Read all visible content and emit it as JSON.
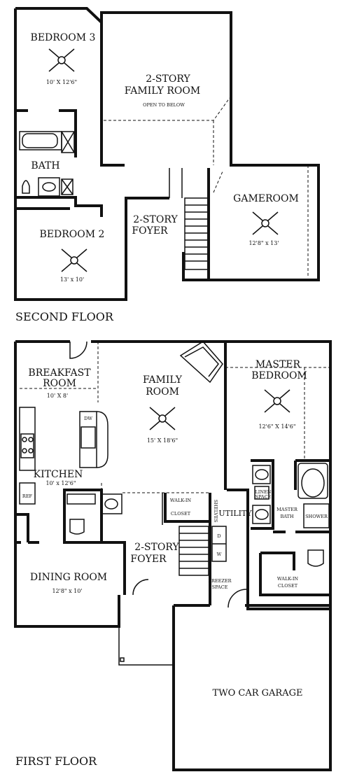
{
  "second_floor": {
    "heading": "SECOND FLOOR",
    "bedroom3": {
      "name": "BEDROOM 3",
      "dim": "10' X 12'6\""
    },
    "family_room": {
      "line1": "2-STORY",
      "line2": "FAMILY ROOM",
      "note": "OPEN TO BELOW"
    },
    "bath": {
      "name": "BATH"
    },
    "gameroom": {
      "name": "GAMEROOM",
      "dim": "12'8\" x 13'"
    },
    "foyer": {
      "line1": "2-STORY",
      "line2": "FOYER"
    },
    "bedroom2": {
      "name": "BEDROOM 2",
      "dim": "13' x 10'"
    }
  },
  "first_floor": {
    "heading": "FIRST FLOOR",
    "breakfast": {
      "line1": "BREAKFAST",
      "line2": "ROOM",
      "dim": "10' X 8'"
    },
    "family_room": {
      "line1": "FAMILY",
      "line2": "ROOM",
      "dim": "15' X 18'6\""
    },
    "master_bedroom": {
      "line1": "MASTER",
      "line2": "BEDROOM",
      "dim": "12'6\" X 14'6\""
    },
    "dw": "DW",
    "kitchen": {
      "name": "KITCHEN",
      "dim": "10' x 12'6\""
    },
    "refrigerator": "REF",
    "walkin_closet": {
      "line1": "WALK-IN",
      "line2": "CLOSET"
    },
    "shelves": "SHELVES",
    "utility": "UTILITY",
    "linen_space": {
      "line1": "LINEN",
      "line2": "SPACE"
    },
    "master_bath": {
      "line1": "MASTER",
      "line2": "BATH"
    },
    "shower": "SHOWER",
    "dryer": "D",
    "washer": "W",
    "foyer": {
      "line1": "2-STORY",
      "line2": "FOYER"
    },
    "dining_room": {
      "name": "DINING ROOM",
      "dim": "12'8\" x 10'"
    },
    "freezer_space": {
      "line1": "FREEZER",
      "line2": "SPACE"
    },
    "master_closet": {
      "line1": "WALK-IN",
      "line2": "CLOSET"
    },
    "garage": "TWO CAR GARAGE"
  }
}
